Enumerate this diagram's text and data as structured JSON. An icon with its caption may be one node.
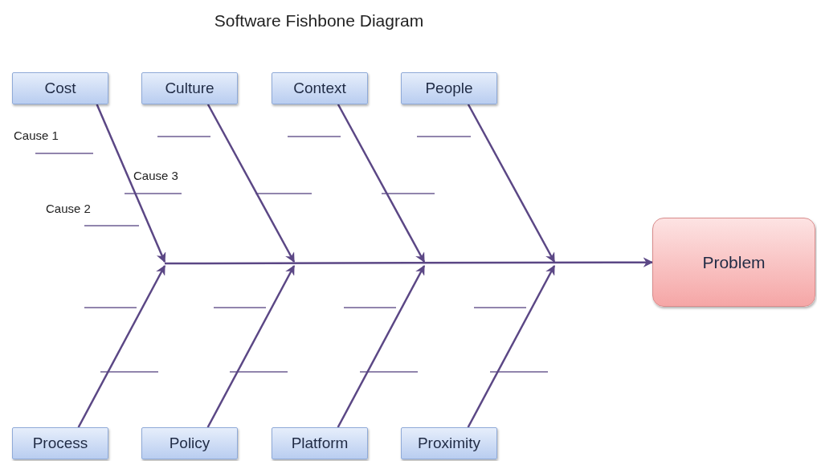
{
  "diagram": {
    "title": "Software Fishbone Diagram",
    "nodes": [
      {
        "text": [
          "Cost"
        ]
      },
      {
        "text": [
          "Culture"
        ]
      },
      {
        "text": [
          "Context"
        ]
      },
      {
        "text": [
          "People"
        ]
      },
      {
        "text": [
          "Process"
        ]
      },
      {
        "text": [
          "Policy"
        ]
      },
      {
        "text": [
          "Platform"
        ]
      },
      {
        "text": [
          "Proximity"
        ]
      },
      {
        "text": [
          "Problem"
        ]
      }
    ],
    "edges": [
      {
        "from": 0,
        "to": null,
        "arrow": "to"
      },
      {
        "from": 1,
        "to": null,
        "arrow": "to"
      },
      {
        "from": 2,
        "to": null,
        "arrow": "to"
      },
      {
        "from": 3,
        "to": null,
        "arrow": "to"
      },
      {
        "from": 4,
        "to": null,
        "arrow": "to"
      },
      {
        "from": 5,
        "to": null,
        "arrow": "to"
      },
      {
        "from": 6,
        "to": null,
        "arrow": "to"
      },
      {
        "from": 7,
        "to": null,
        "arrow": "to"
      },
      {
        "from": null,
        "to": 8,
        "arrow": "to"
      }
    ],
    "labels": [
      "Cause 1",
      "Cause 3",
      "Cause 2"
    ]
  }
}
